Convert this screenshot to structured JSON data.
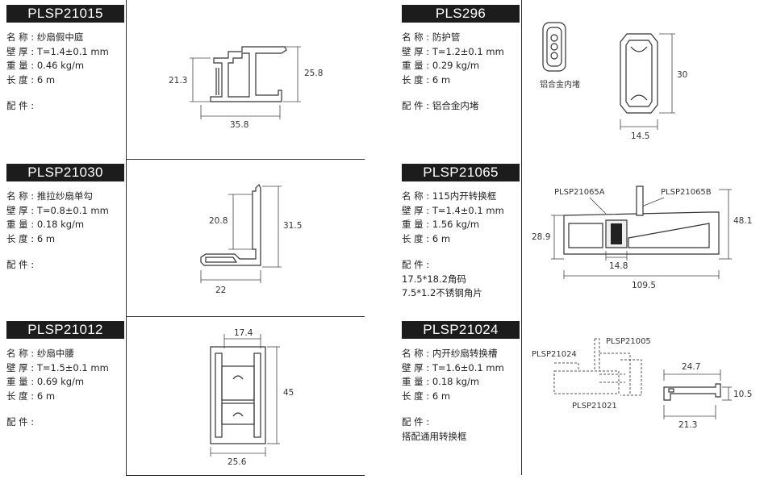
{
  "cards": [
    {
      "id": "PLSP21015",
      "name": "名 称 : 纱扇假中庭",
      "thickness": "壁 厚 : T=1.4±0.1 mm",
      "weight": "重 量 : 0.46 kg/m",
      "length": "长 度 : 6 m",
      "fittings_label": "配 件 :",
      "fittings": [],
      "dims": [
        "21.3",
        "25.8",
        "35.8"
      ],
      "parts": []
    },
    {
      "id": "PLS296",
      "name": "名 称 : 防护管",
      "thickness": "壁 厚 : T=1.2±0.1 mm",
      "weight": "重 量 : 0.29 kg/m",
      "length": "长 度 : 6 m",
      "fittings_label": "配 件 : 铝合金内堵",
      "fittings": [],
      "dims": [
        "30",
        "14.5"
      ],
      "parts": [
        "铝合金内堵"
      ]
    },
    {
      "id": "PLSP21030",
      "name": "名 称 : 推拉纱扇单勾",
      "thickness": "壁 厚 : T=0.8±0.1 mm",
      "weight": "重 量 : 0.18 kg/m",
      "length": "长 度 : 6 m",
      "fittings_label": "配 件 :",
      "fittings": [],
      "dims": [
        "20.8",
        "31.5",
        "22"
      ],
      "parts": []
    },
    {
      "id": "PLSP21065",
      "name": "名 称 : 115内开转换框",
      "thickness": "壁 厚 : T=1.4±0.1 mm",
      "weight": "重 量 : 1.56 kg/m",
      "length": "长 度 : 6 m",
      "fittings_label": "配 件 :",
      "fittings": [
        "17.5*18.2角码",
        "7.5*1.2不锈钢角片"
      ],
      "dims": [
        "28.9",
        "48.1",
        "14.8",
        "109.5"
      ],
      "parts": [
        "PLSP21065A",
        "PLSP21065B"
      ]
    },
    {
      "id": "PLSP21012",
      "name": "名 称 : 纱扇中腰",
      "thickness": "壁 厚 : T=1.5±0.1 mm",
      "weight": "重 量 : 0.69 kg/m",
      "length": "长 度 : 6 m",
      "fittings_label": "配 件 :",
      "fittings": [],
      "dims": [
        "17.4",
        "45",
        "25.6"
      ],
      "parts": []
    },
    {
      "id": "PLSP21024",
      "name": "名 称 : 内开纱扇转换槽",
      "thickness": "壁 厚 : T=1.6±0.1 mm",
      "weight": "重 量 : 0.18 kg/m",
      "length": "长 度 : 6 m",
      "fittings_label": "配 件 :",
      "fittings": [
        "搭配通用转换框"
      ],
      "dims": [
        "24.7",
        "10.5",
        "21.3"
      ],
      "parts": [
        "PLSP21005",
        "PLSP21024",
        "PLSP21021"
      ]
    }
  ],
  "colors": {
    "badge": "#1c1c1c",
    "line": "#333333",
    "text": "#222222"
  }
}
